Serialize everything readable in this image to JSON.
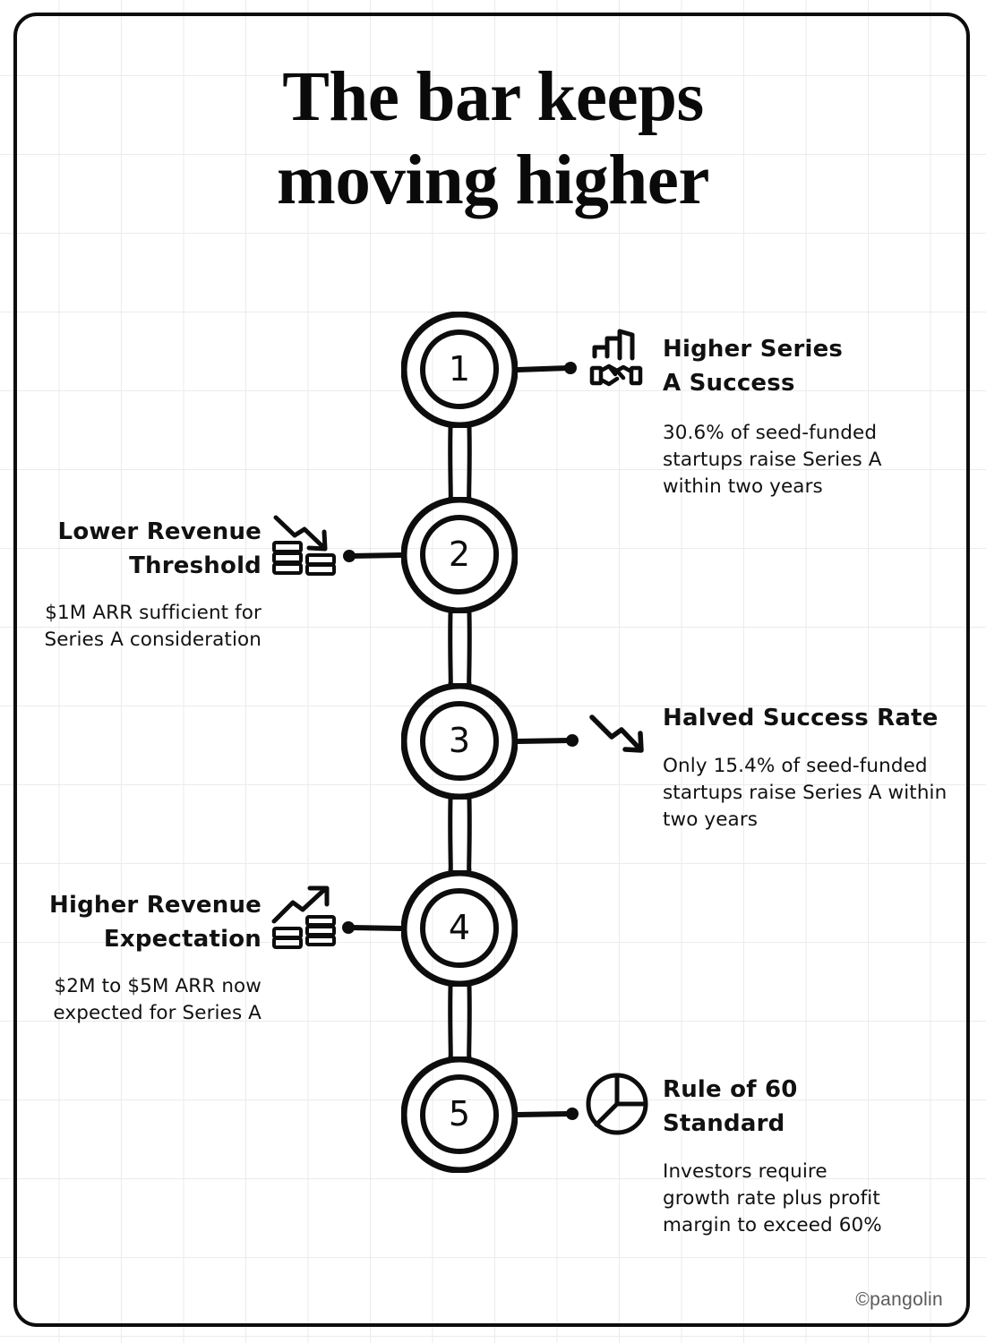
{
  "title": {
    "line1": "The bar keeps",
    "line2": "moving higher"
  },
  "footer": {
    "credit": "©pangolin"
  },
  "colors": {
    "ink": "#0d0d0d",
    "grid": "#ebebeb",
    "paper": "#ffffff",
    "credit": "#5a5a5a"
  },
  "steps": [
    {
      "number": "1",
      "side": "right",
      "icon": "bar-chart-handshake-icon",
      "heading": "Higher Series A Success",
      "heading_lines": [
        "Higher Series",
        "A Success"
      ],
      "body": "30.6% of seed-funded startups raise Series A within two years",
      "body_lines": [
        "30.6% of seed-funded",
        "startups raise Series A",
        "within two years"
      ]
    },
    {
      "number": "2",
      "side": "left",
      "icon": "declining-arrow-coins-icon",
      "heading": "Lower Revenue Threshold",
      "heading_lines": [
        "Lower Revenue",
        "Threshold"
      ],
      "body": "$1M ARR sufficient for Series A consideration",
      "body_lines": [
        "$1M ARR sufficient for",
        "Series A consideration"
      ]
    },
    {
      "number": "3",
      "side": "right",
      "icon": "declining-arrow-icon",
      "heading": "Halved Success Rate",
      "heading_lines": [
        "Halved Success Rate"
      ],
      "body": "Only 15.4% of seed-funded startups raise Series A within two years",
      "body_lines": [
        "Only 15.4% of seed-funded",
        "startups raise Series A within",
        "two years"
      ]
    },
    {
      "number": "4",
      "side": "left",
      "icon": "rising-arrow-coins-icon",
      "heading": "Higher Revenue Expectation",
      "heading_lines": [
        "Higher Revenue",
        "Expectation"
      ],
      "body": "$2M to $5M ARR now expected for Series A",
      "body_lines": [
        "$2M to $5M ARR now",
        "expected for Series A"
      ]
    },
    {
      "number": "5",
      "side": "right",
      "icon": "pie-chart-icon",
      "heading": "Rule of 60 Standard",
      "heading_lines": [
        "Rule of 60",
        "Standard"
      ],
      "body": "Investors require growth rate plus profit margin to exceed 60%",
      "body_lines": [
        "Investors require",
        "growth rate plus profit",
        "margin to exceed 60%"
      ]
    }
  ]
}
